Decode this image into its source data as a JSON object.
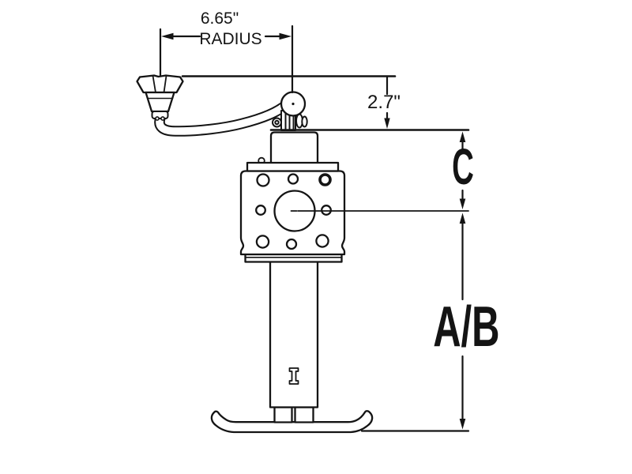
{
  "page": {
    "background": "#ffffff"
  },
  "drawing": {
    "type": "technical-diagram",
    "subject": "trailer tongue jack side view with swivel crank handle, gear housing, telescoping tube and foot pad",
    "line_color": "#141414",
    "labels": {
      "radius_value": "6.65\"",
      "radius_word": "RADIUS",
      "offset_value": "2.7\"",
      "dim_c": "C",
      "dim_ab": "A/B"
    }
  }
}
